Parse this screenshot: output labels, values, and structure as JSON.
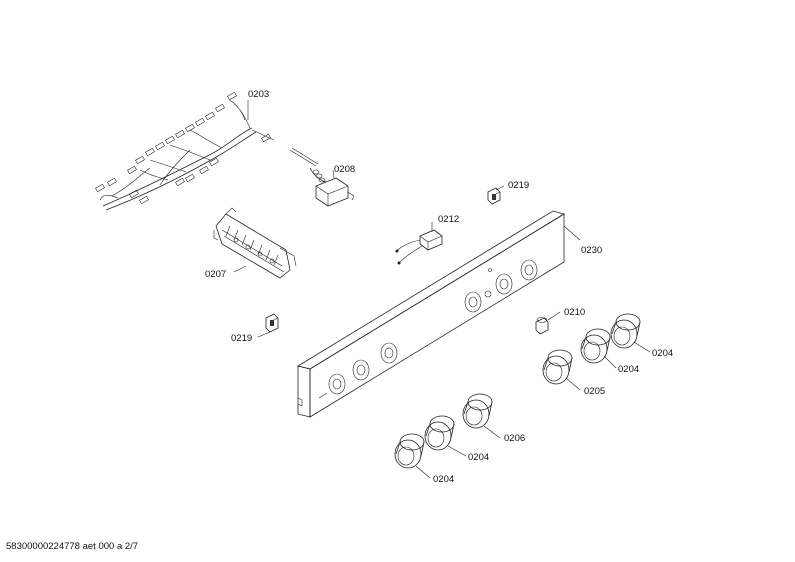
{
  "diagram": {
    "parts": [
      {
        "id": "wiring-harness",
        "label": "0203"
      },
      {
        "id": "thermostat",
        "label": "0208"
      },
      {
        "id": "clip-upper",
        "label": "0219"
      },
      {
        "id": "switch-block",
        "label": "0212"
      },
      {
        "id": "control-panel",
        "label": "0230"
      },
      {
        "id": "terminal-block",
        "label": "0207"
      },
      {
        "id": "clip-lower",
        "label": "0219"
      },
      {
        "id": "lamp",
        "label": "0210"
      },
      {
        "id": "knob-right-top",
        "label": "0204"
      },
      {
        "id": "knob-right-mid",
        "label": "0204"
      },
      {
        "id": "knob-right-low",
        "label": "0205"
      },
      {
        "id": "knob-center",
        "label": "0206"
      },
      {
        "id": "knob-left-mid",
        "label": "0204"
      },
      {
        "id": "knob-left-low",
        "label": "0204"
      }
    ]
  },
  "footer": {
    "code": "58300000224778 aet 000 a 2/7"
  }
}
